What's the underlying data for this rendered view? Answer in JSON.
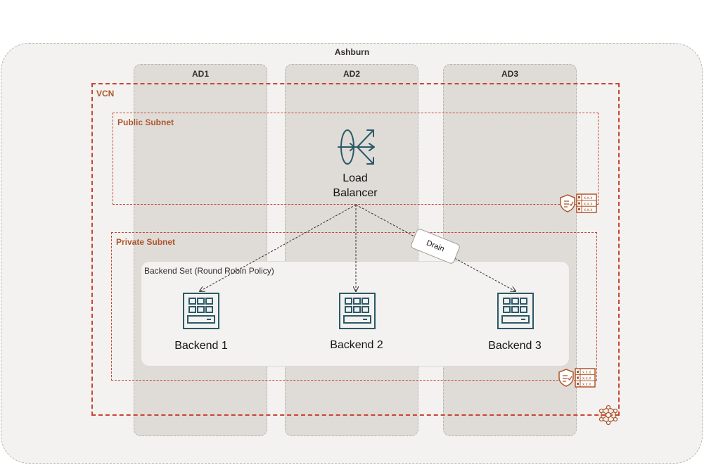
{
  "region": {
    "label": "Ashburn"
  },
  "availability_domains": [
    {
      "label": "AD1"
    },
    {
      "label": "AD2"
    },
    {
      "label": "AD3"
    }
  ],
  "vcn": {
    "label": "VCN"
  },
  "public_subnet": {
    "label": "Public Subnet"
  },
  "private_subnet": {
    "label": "Private Subnet"
  },
  "load_balancer": {
    "label_line1": "Load",
    "label_line2": "Balancer"
  },
  "backend_set": {
    "label": "Backend Set (Round Robin Policy)"
  },
  "backends": [
    {
      "label": "Backend 1"
    },
    {
      "label": "Backend 2"
    },
    {
      "label": "Backend 3"
    }
  ],
  "connection_annotation": {
    "label": "Drain"
  },
  "security_list_cells": [
    "x.x.x",
    "x.x.x",
    "x.x.x"
  ],
  "colors": {
    "oracle_red": "#c74634",
    "teal_icon": "#2c5967",
    "label_brown": "#ae562c",
    "ad_fill": "#dfdcd8",
    "region_fill": "#f3f2f0"
  },
  "icons": [
    "load-balancer-icon",
    "compute-instance-icon",
    "security-list-icon",
    "route-table-icon",
    "vcn-router-icon"
  ]
}
